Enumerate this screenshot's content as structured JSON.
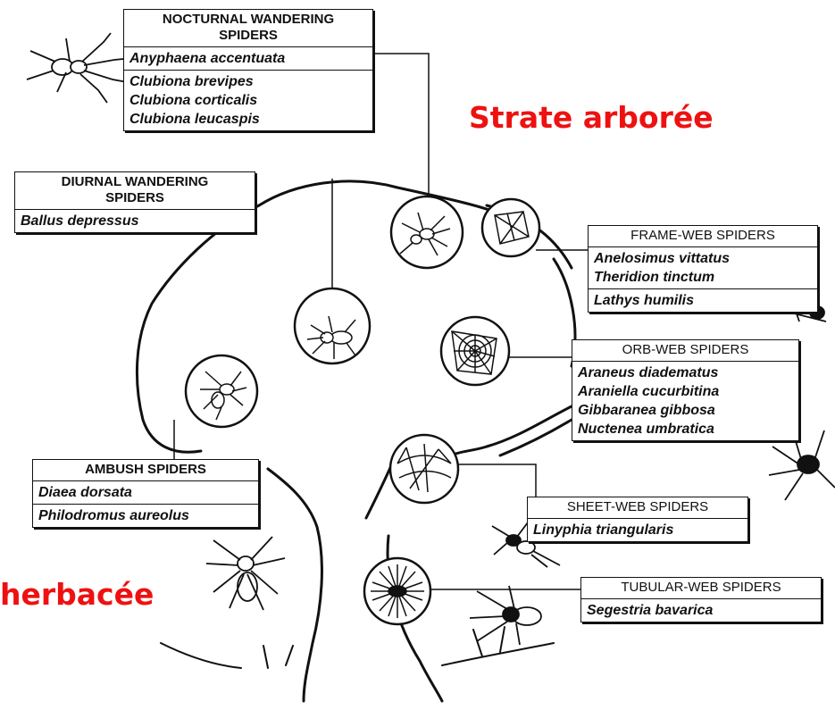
{
  "strata": {
    "tree": "Strate arborée",
    "herb": "herbacée"
  },
  "groups": {
    "nocturnal": {
      "title_line1": "NOCTURNAL WANDERING",
      "title_line2": "SPIDERS",
      "top_species": [
        "Anyphaena accentuata"
      ],
      "bottom_species": [
        "Clubiona brevipes",
        "Clubiona corticalis",
        "Clubiona leucaspis"
      ]
    },
    "diurnal": {
      "title_line1": "DIURNAL WANDERING",
      "title_line2": "SPIDERS",
      "species": [
        "Ballus depressus"
      ]
    },
    "frame_web": {
      "title": "FRAME-WEB SPIDERS",
      "top_species": [
        "Anelosimus vittatus",
        "Theridion tinctum"
      ],
      "bottom_species": [
        "Lathys humilis"
      ]
    },
    "orb_web": {
      "title": "ORB-WEB SPIDERS",
      "species": [
        "Araneus diadematus",
        "Araniella cucurbitina",
        "Gibbaranea gibbosa",
        "Nuctenea umbratica"
      ]
    },
    "ambush": {
      "title": "AMBUSH SPIDERS",
      "top_species": [
        "Diaea dorsata"
      ],
      "bottom_species": [
        "Philodromus aureolus"
      ]
    },
    "sheet_web": {
      "title": "SHEET-WEB SPIDERS",
      "species": [
        "Linyphia triangularis"
      ]
    },
    "tubular_web": {
      "title": "TUBULAR-WEB SPIDERS",
      "species": [
        "Segestria bavarica"
      ]
    }
  }
}
